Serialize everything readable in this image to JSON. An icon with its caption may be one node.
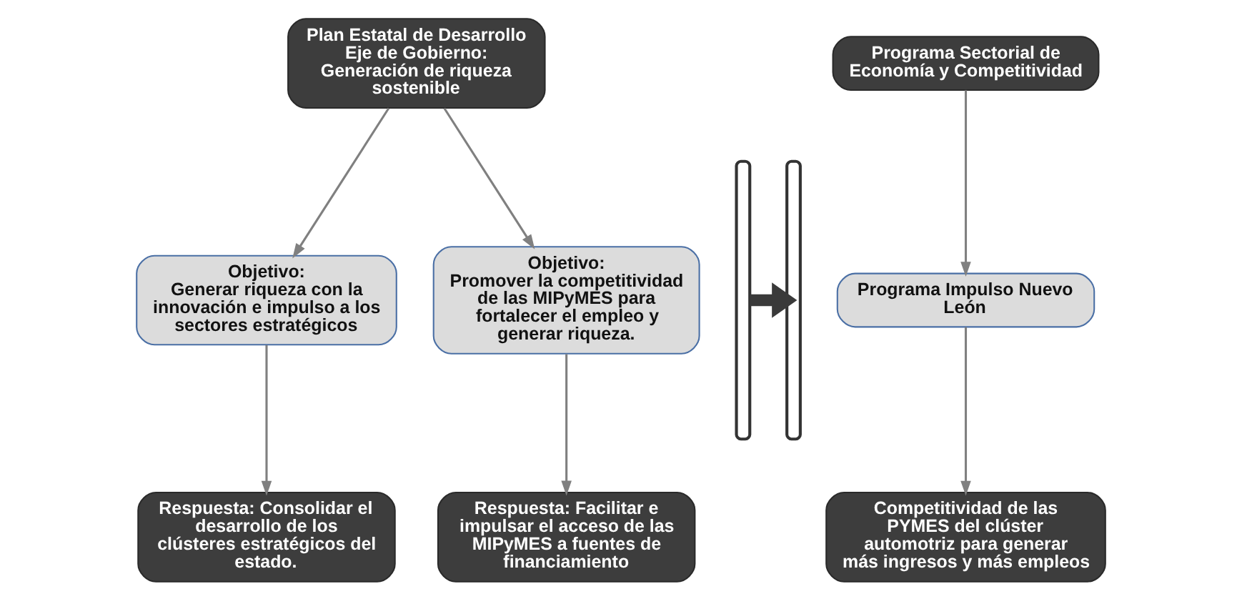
{
  "diagram": {
    "nodes": [
      {
        "text": [
          "Plan Estatal de Desarrollo",
          "Eje de Gobierno:",
          "Generación de riqueza sostenible"
        ]
      },
      {
        "text": [
          "Objetivo:",
          "Generar riqueza con la innovación e impulso a los sectores estratégicos"
        ]
      },
      {
        "text": [
          "Objetivo:",
          "Promover la competitividad de las MIPyMES para fortalecer el empleo y generar riqueza."
        ]
      },
      {
        "text": [
          "Respuesta: Consolidar el desarrollo de los clústeres estratégicos del estado."
        ]
      },
      {
        "text": [
          "Respuesta: Facilitar e impulsar el acceso de las MIPyMES a fuentes de financiamiento"
        ]
      },
      {
        "text": [],
        "shape": "bracket"
      },
      {
        "text": [],
        "shape": "bracket"
      },
      {
        "text": [
          "Programa Sectorial de Economía y Competitividad"
        ]
      },
      {
        "text": [
          "Programa Impulso Nuevo León"
        ]
      },
      {
        "text": [
          "Competitividad de las PYMES del clúster automotriz para generar más ingresos y más empleos"
        ]
      }
    ],
    "edges": [
      {
        "from": 0,
        "to": 1,
        "arrow": "to"
      },
      {
        "from": 0,
        "to": 2,
        "arrow": "to"
      },
      {
        "from": 1,
        "to": 3,
        "arrow": "to"
      },
      {
        "from": 2,
        "to": 4,
        "arrow": "to"
      },
      {
        "from": 5,
        "to": 6,
        "arrow": "to",
        "style": "thick",
        "color": "#3a3a3a"
      },
      {
        "from": 7,
        "to": 8,
        "arrow": "to"
      },
      {
        "from": 8,
        "to": 9,
        "arrow": "to"
      }
    ]
  }
}
